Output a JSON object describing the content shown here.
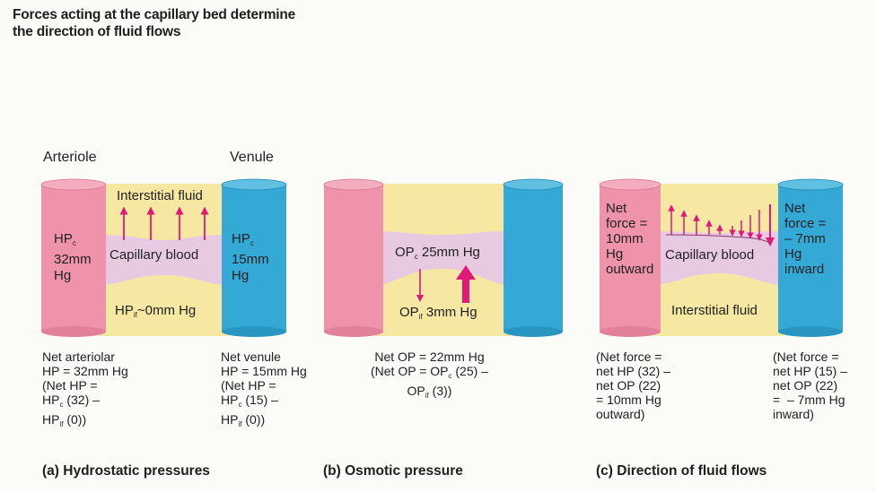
{
  "title": {
    "line1": "Forces acting at the capillary bed determine",
    "line2": "the direction of fluid flows"
  },
  "colors": {
    "arteriole": "#ef93ab",
    "venule": "#35a9d6",
    "interstitial": "#f6e8a2",
    "capillary": "#e8c9e2",
    "arrow": "#e0197a"
  },
  "panel_a": {
    "arteriole_label": "Arteriole",
    "venule_label": "Venule",
    "interstitial_label": "Interstitial fluid",
    "capillary_label": "Capillary blood",
    "hp_c_left": {
      "prefix": "HP",
      "sub": "c",
      "line2": "32mm",
      "line3": "Hg"
    },
    "hp_c_right": {
      "prefix": "HP",
      "sub": "c",
      "line2": "15mm",
      "line3": "Hg"
    },
    "hp_if": {
      "prefix": "HP",
      "sub": "if",
      "suffix": "~0mm Hg"
    },
    "note_left": {
      "l1": "Net arteriolar",
      "l2": "HP = 32mm Hg",
      "l3": "(Net HP =",
      "l4a": "HP",
      "l4sub": "c",
      "l4b": " (32) –",
      "l5a": "HP",
      "l5sub": "if",
      "l5b": " (0))"
    },
    "note_right": {
      "l1": "Net venule",
      "l2": "HP = 15mm Hg",
      "l3": "(Net HP =",
      "l4a": "HP",
      "l4sub": "c",
      "l4b": " (15) –",
      "l5a": "HP",
      "l5sub": "if",
      "l5b": " (0))"
    },
    "caption": "(a) Hydrostatic pressures"
  },
  "panel_b": {
    "op_c": {
      "prefix": "OP",
      "sub": "c",
      "suffix": " 25mm Hg"
    },
    "op_if": {
      "prefix": "OP",
      "sub": "if",
      "suffix": " 3mm Hg"
    },
    "note": {
      "l1": "Net OP = 22mm Hg",
      "l2a": "(Net OP = OP",
      "l2sub": "c",
      "l2b": " (25) –",
      "l3a": "OP",
      "l3sub": "if",
      "l3b": " (3))"
    },
    "caption": "(b) Osmotic pressure"
  },
  "panel_c": {
    "left_force": {
      "l1": "Net",
      "l2": "force =",
      "l3": "10mm",
      "l4": "Hg",
      "l5": "outward"
    },
    "right_force": {
      "l1": "Net",
      "l2": "force =",
      "l3": "– 7mm",
      "l4": "Hg",
      "l5": "inward"
    },
    "capillary_label": "Capillary blood",
    "interstitial_label": "Interstitial fluid",
    "note_left": {
      "l1": "(Net force =",
      "l2": "net HP (32) –",
      "l3": "net OP (22)",
      "l4": "= 10mm Hg",
      "l5": "outward)"
    },
    "note_right": {
      "l1": "(Net force =",
      "l2": "net HP (15) –",
      "l3": "net OP (22)",
      "l4": "=  – 7mm Hg",
      "l5": "inward)"
    },
    "caption": "(c) Direction of fluid flows"
  }
}
